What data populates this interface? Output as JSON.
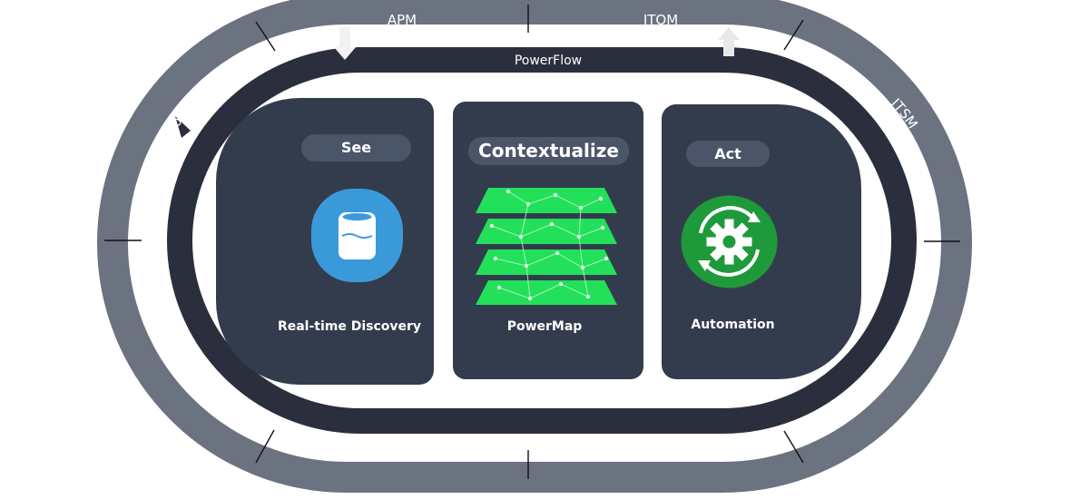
{
  "outer_ring": {
    "apm_label": "APM",
    "itom_label": "ITOM",
    "itsm_label": "ITSM",
    "log_label": "Log Mgmt"
  },
  "inner_ring": {
    "label": "PowerFlow"
  },
  "stages": {
    "see": {
      "pill": "See",
      "caption": "Real-time Discovery",
      "icon": "database-icon"
    },
    "contextualize": {
      "pill": "Contextualize",
      "caption": "PowerMap",
      "icon": "network-layers-icon"
    },
    "act": {
      "pill": "Act",
      "caption": "Automation",
      "icon": "gear-cycle-icon"
    }
  },
  "colors": {
    "outer_track": "#6b7280",
    "inner_track": "#2b2f3d",
    "panel": "#333c4d",
    "pill": "#4a5568",
    "discovery_blue": "#3a9ad9",
    "powermap_green": "#22e05a",
    "automation_green": "#1f9a3a"
  }
}
